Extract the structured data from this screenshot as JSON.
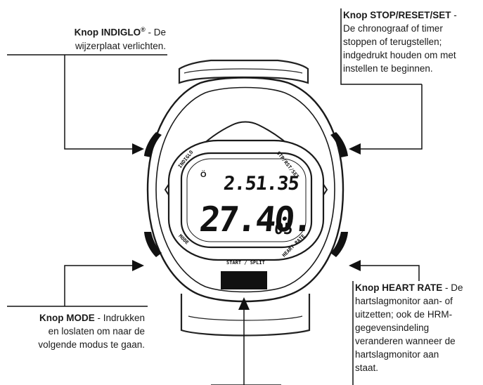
{
  "callouts": {
    "indiglo": {
      "title": "Knop INDIGLO",
      "mark": "®",
      "lines": [
        " - De",
        "wijzerplaat verlichten."
      ]
    },
    "stop_reset_set": {
      "title": "Knop STOP/RESET/SET",
      "lines": [
        " -",
        "De chronograaf of timer",
        "stoppen of terugstellen;",
        "indgedrukt houden om met",
        "instellen te beginnen."
      ]
    },
    "mode": {
      "title": "Knop MODE",
      "lines": [
        " - Indrukken",
        "en loslaten om naar de",
        "volgende modus te gaan."
      ]
    },
    "heart_rate": {
      "title": "Knop HEART RATE",
      "lines": [
        " - De",
        "hartslagmonitor aan- of",
        "uitzetten; ook de HRM-",
        "gegevensindeling",
        "veranderen wanneer de",
        "hartslagmonitor aan",
        "staat."
      ]
    }
  },
  "watch": {
    "bezel_labels": {
      "indiglo": "INDIGLO",
      "stop_reset_set": "STP/RST/SET",
      "mode": "MODE",
      "heart_rate": "HEART RATE",
      "start_split": "START / SPLIT"
    },
    "display": {
      "top_line": "2.51.35",
      "main_time": "27.40.",
      "hundredths": "05"
    }
  }
}
